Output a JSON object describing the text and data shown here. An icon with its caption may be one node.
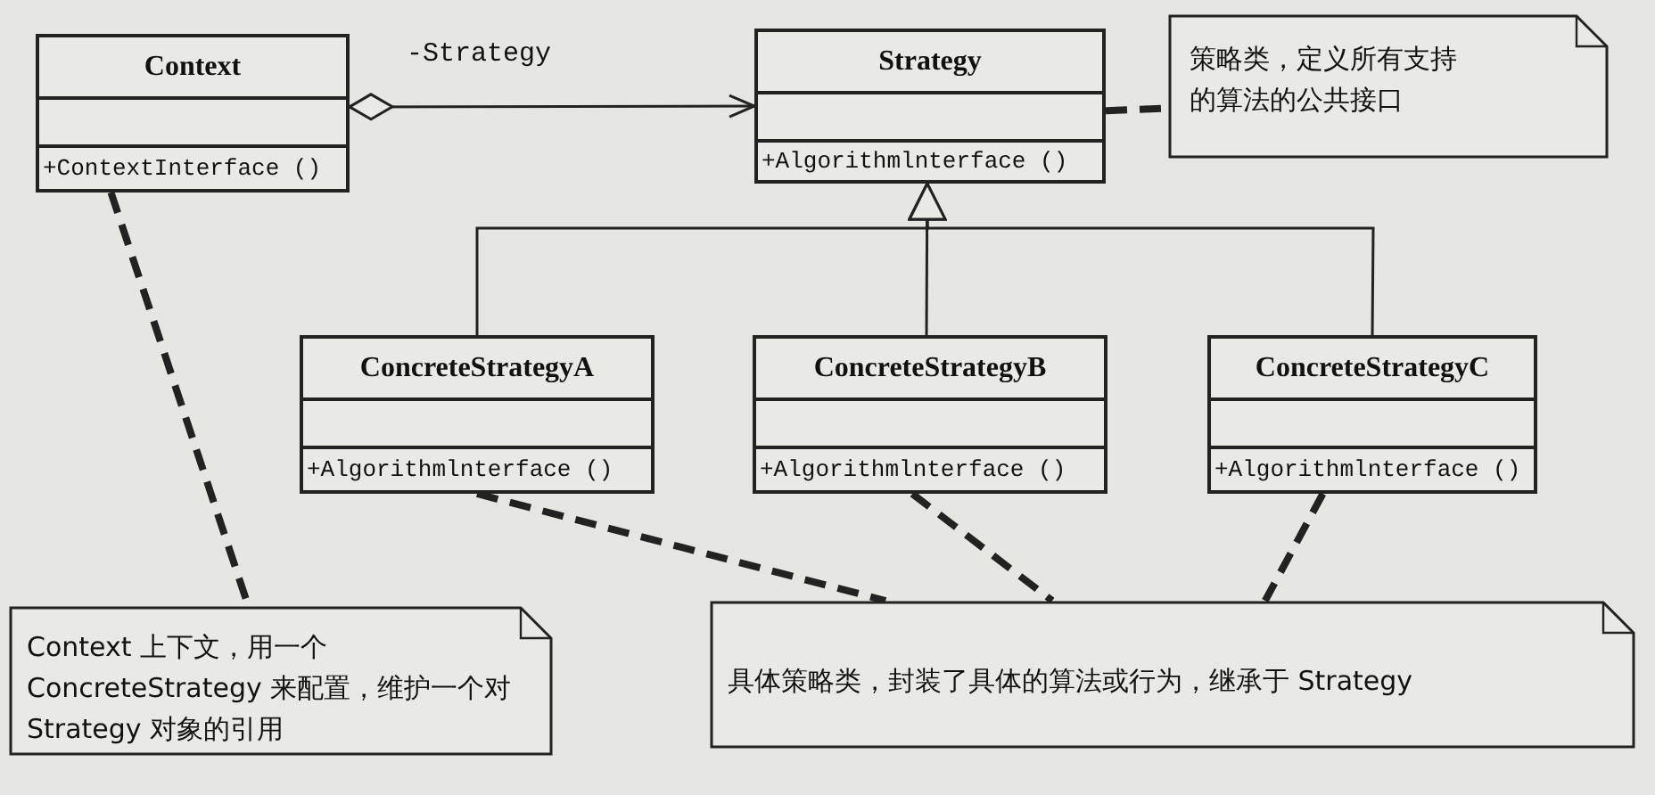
{
  "diagram": {
    "nodes": [
      {
        "text": [
          "Context",
          "+ContextInterface ()"
        ]
      },
      {
        "text": [
          "Strategy",
          "+Algorithmlnterface ()"
        ]
      },
      {
        "text": [
          "ConcreteStrategyA",
          "+Algorithmlnterface ()"
        ]
      },
      {
        "text": [
          "ConcreteStrategyB",
          "+Algorithmlnterface ()"
        ]
      },
      {
        "text": [
          "ConcreteStrategyC",
          "+Algorithmlnterface ()"
        ]
      },
      {
        "text": [
          "策略类，定义所有支持的算法的公共接口"
        ]
      },
      {
        "text": [
          "Context 上下文，用一个ConcreteStrategy 来配置，维护一个对Strategy 对象的引用"
        ]
      },
      {
        "text": [
          "具体策略类，封装了具体的算法或行为，继承于 Strategy"
        ]
      }
    ],
    "edges": [
      {
        "from": 0,
        "to": 1,
        "arrow": "to",
        "label": "-Strategy"
      },
      {
        "from": 2,
        "to": 1,
        "arrow": "to"
      },
      {
        "from": 3,
        "to": 1,
        "arrow": "to"
      },
      {
        "from": 4,
        "to": 1,
        "arrow": "to"
      },
      {
        "from": 1,
        "to": 5,
        "arrow": "none",
        "style": "dashed"
      },
      {
        "from": 0,
        "to": 6,
        "arrow": "none",
        "style": "dashed"
      },
      {
        "from": 2,
        "to": 7,
        "arrow": "none",
        "style": "dashed"
      },
      {
        "from": 3,
        "to": 7,
        "arrow": "none",
        "style": "dashed"
      },
      {
        "from": 4,
        "to": 7,
        "arrow": "none",
        "style": "dashed"
      }
    ]
  }
}
